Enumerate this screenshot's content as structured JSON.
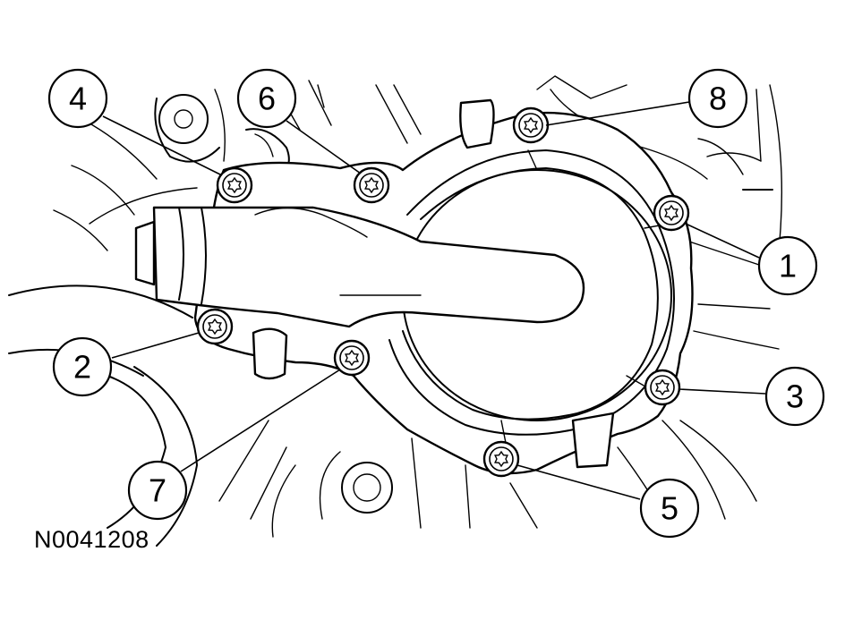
{
  "figure_id": "N0041208",
  "callouts": [
    {
      "label": "1"
    },
    {
      "label": "2"
    },
    {
      "label": "3"
    },
    {
      "label": "4"
    },
    {
      "label": "5"
    },
    {
      "label": "6"
    },
    {
      "label": "7"
    },
    {
      "label": "8"
    }
  ]
}
